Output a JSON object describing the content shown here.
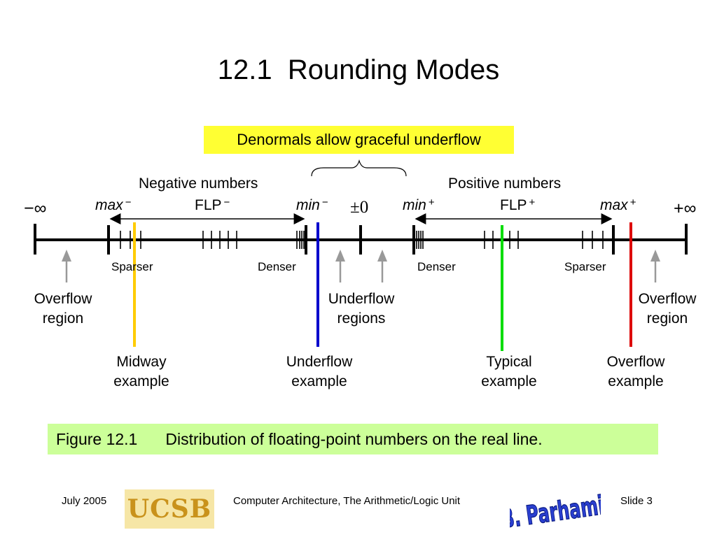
{
  "slide": {
    "title": "12.1  Rounding Modes",
    "callout": "Denormals allow graceful underflow",
    "caption": {
      "figure_no": "Figure 12.1",
      "text": "Distribution of floating-point numbers on the real line."
    },
    "footer": {
      "date": "July 2005",
      "course": "Computer Architecture, The Arithmetic/Logic Unit",
      "slide_no": "Slide 3",
      "logo_text": "UCSB",
      "author_logo_text": "B. Parhami"
    }
  },
  "diagram": {
    "neg_inf": "−∞",
    "pos_inf": "+∞",
    "zero": "±0",
    "neg_numbers": "Negative numbers",
    "pos_numbers": "Positive numbers",
    "max_neg": {
      "name": "max",
      "sign": "−"
    },
    "min_neg": {
      "name": "min",
      "sign": "−"
    },
    "min_pos": {
      "name": "min",
      "sign": "+"
    },
    "max_pos": {
      "name": "max",
      "sign": "+"
    },
    "flp_neg": {
      "name": "FLP",
      "sign": "−"
    },
    "flp_pos": {
      "name": "FLP",
      "sign": "+"
    },
    "sparser_left": "Sparser",
    "denser_left": "Denser",
    "denser_right": "Denser",
    "sparser_right": "Sparser",
    "overflow_region": "Overflow\nregion",
    "underflow_regions": "Underflow\nregions",
    "examples": [
      {
        "label": "Midway\nexample",
        "color": "#ffcc00"
      },
      {
        "label": "Underflow\nexample",
        "color": "#0000cc"
      },
      {
        "label": "Typical\nexample",
        "color": "#00dd00"
      },
      {
        "label": "Overflow\nexample",
        "color": "#dd0000"
      }
    ]
  }
}
